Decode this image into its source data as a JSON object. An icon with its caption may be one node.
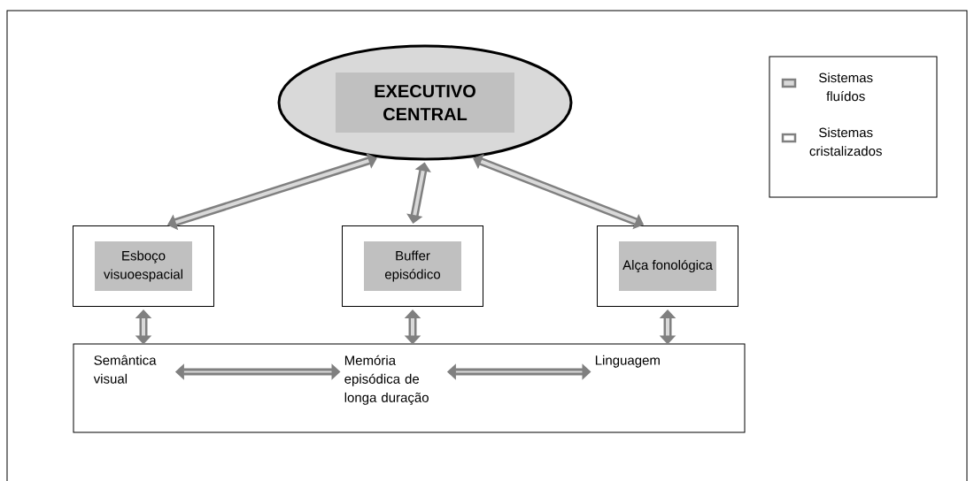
{
  "diagram": {
    "nodes": [
      {
        "text": [
          "EXECUTIVO CENTRAL"
        ]
      },
      {
        "text": [
          "Esboço visuoespacial"
        ]
      },
      {
        "text": [
          "Buffer episódico"
        ]
      },
      {
        "text": [
          "Alça fonológica"
        ]
      },
      {
        "text": [],
        "shape": "box"
      },
      {
        "text": [
          "Semântica visual"
        ],
        "in": 4
      },
      {
        "text": [
          "Memória episódica de longa duração"
        ],
        "in": 4
      },
      {
        "text": [
          "Linguagem"
        ],
        "in": 4
      }
    ],
    "edges": [
      {
        "from": 0,
        "to": 1,
        "arrow": "both"
      },
      {
        "from": 0,
        "to": 2,
        "arrow": "both"
      },
      {
        "from": 0,
        "to": 3,
        "arrow": "both"
      },
      {
        "from": 1,
        "to": 4,
        "arrow": "both"
      },
      {
        "from": 2,
        "to": 4,
        "arrow": "both"
      },
      {
        "from": 3,
        "to": 4,
        "arrow": "both"
      },
      {
        "from": 5,
        "to": 6,
        "arrow": "both"
      },
      {
        "from": 6,
        "to": 7,
        "arrow": "both"
      }
    ],
    "legend": [
      {
        "text": "Sistemas fluídos"
      },
      {
        "text": "Sistemas cristalizados"
      }
    ]
  }
}
